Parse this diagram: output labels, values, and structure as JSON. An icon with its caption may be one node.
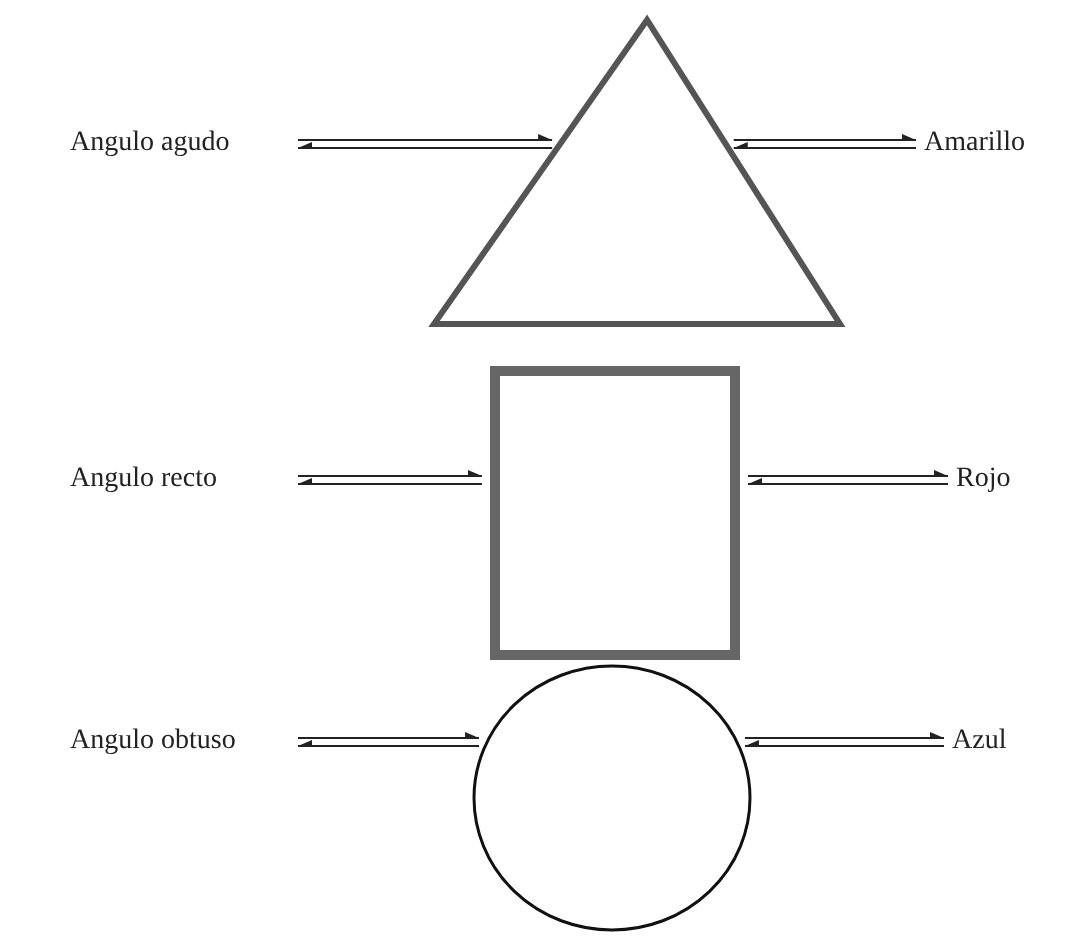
{
  "diagram": {
    "nodes": [
      {
        "text": [
          "Angulo agudo"
        ]
      },
      {
        "text": [],
        "shape": "triangle"
      },
      {
        "text": [
          "Amarillo"
        ]
      },
      {
        "text": [
          "Angulo recto"
        ]
      },
      {
        "text": [],
        "shape": "box"
      },
      {
        "text": [
          "Rojo"
        ]
      },
      {
        "text": [
          "Angulo obtuso"
        ]
      },
      {
        "text": [],
        "shape": "circle"
      },
      {
        "text": [
          "Azul"
        ]
      }
    ],
    "edges": [
      {
        "from": 0,
        "to": 1,
        "arrow": "both"
      },
      {
        "from": 1,
        "to": 2,
        "arrow": "both"
      },
      {
        "from": 3,
        "to": 4,
        "arrow": "both"
      },
      {
        "from": 4,
        "to": 5,
        "arrow": "both"
      },
      {
        "from": 6,
        "to": 7,
        "arrow": "both"
      },
      {
        "from": 7,
        "to": 8,
        "arrow": "both"
      }
    ]
  }
}
